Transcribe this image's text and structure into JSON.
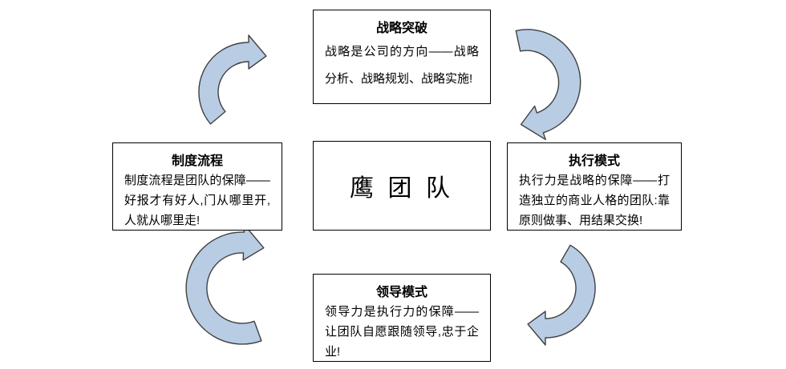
{
  "diagram": {
    "center": {
      "title": "鹰 团 队"
    },
    "nodes": {
      "top": {
        "title": "战略突破",
        "body": "战略是公司的方向——战略分析、战略规划、战略实施!"
      },
      "right": {
        "title": "执行模式",
        "body": "执行力是战略的保障——打造独立的商业人格的团队:靠原则做事、用结果交换!"
      },
      "bottom": {
        "title": "领导模式",
        "body": "领导力是执行力的保障——让团队自愿跟随领导,忠于企业!"
      },
      "left": {
        "title": "制度流程",
        "body": "制度流程是团队的保障——好报才有好人,门从哪里开,人就从哪里走!"
      }
    },
    "arrows": [
      "curved-arrow-top-left",
      "curved-arrow-top-right",
      "curved-arrow-bottom-right",
      "curved-arrow-bottom-left"
    ],
    "colors": {
      "arrow_fill": "#b8cce4",
      "arrow_stroke": "#404040",
      "box_border": "#000000",
      "background": "#ffffff"
    }
  }
}
